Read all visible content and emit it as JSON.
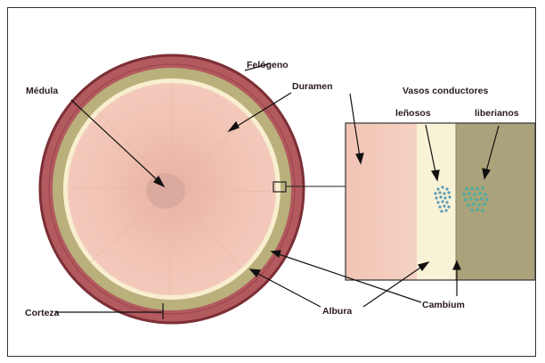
{
  "labels": {
    "felogeno": "Felógeno",
    "medula": "Médula",
    "duramen": "Duramen",
    "vasos": "Vasos conductores",
    "lenosos": "leñosos",
    "liberianos": "liberianos",
    "corteza": "Corteza",
    "albura": "Albura",
    "cambium": "Cambium"
  },
  "colors": {
    "bark": "#b25a5e",
    "bark_edge": "#7c2f36",
    "cambium_ring": "#b9b07c",
    "albura_ring": "#f7efcf",
    "heartwood": "#efbfb0",
    "medulla": "#d9a89d",
    "phloem_zone": "#aaa27a",
    "xylem_vessels": "#5b9bb5",
    "phloem_vessels": "#4aaea0"
  }
}
